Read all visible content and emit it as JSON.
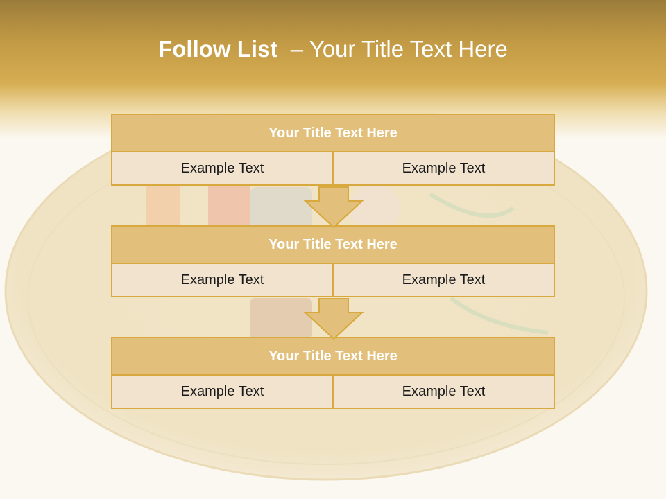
{
  "slide": {
    "title_bold": "Follow List",
    "title_rest": "– Your Title Text Here"
  },
  "blocks": [
    {
      "title": "Your Title Text Here",
      "left": "Example Text",
      "right": "Example Text"
    },
    {
      "title": "Your Title Text Here",
      "left": "Example Text",
      "right": "Example Text"
    },
    {
      "title": "Your Title Text Here",
      "left": "Example Text",
      "right": "Example Text"
    }
  ],
  "colors": {
    "header": "#d6ad52",
    "block_title": "#e2c07b",
    "block_border": "#d8a93f",
    "cell": "#f2e3cf"
  },
  "icons": [
    "down-arrow-icon",
    "down-arrow-icon"
  ]
}
